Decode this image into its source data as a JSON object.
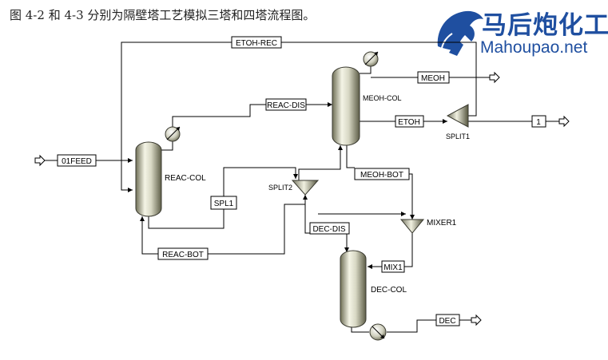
{
  "caption": "图 4-2 和 4-3 分别为隔壁塔工艺模拟三塔和四塔流程图。",
  "logo": {
    "chinese": "马后炮化工",
    "url": "Mahoupao.net"
  },
  "streams": {
    "feed": "01FEED",
    "etoh_rec": "ETOH-REC",
    "reac_dis": "REAC-DIS",
    "meoh": "MEOH",
    "etoh": "ETOH",
    "product1": "1",
    "spl1": "SPL1",
    "meoh_bot": "MEOH-BOT",
    "dec_dis": "DEC-DIS",
    "reac_bot": "REAC-BOT",
    "mix1": "MIX1",
    "dec": "DEC"
  },
  "blocks": {
    "reac_col": "REAC-COL",
    "meoh_col": "MEOH-COL",
    "dec_col": "DEC-COL",
    "split1": "SPLIT1",
    "split2": "SPLIT2",
    "mixer1": "MIXER1"
  }
}
